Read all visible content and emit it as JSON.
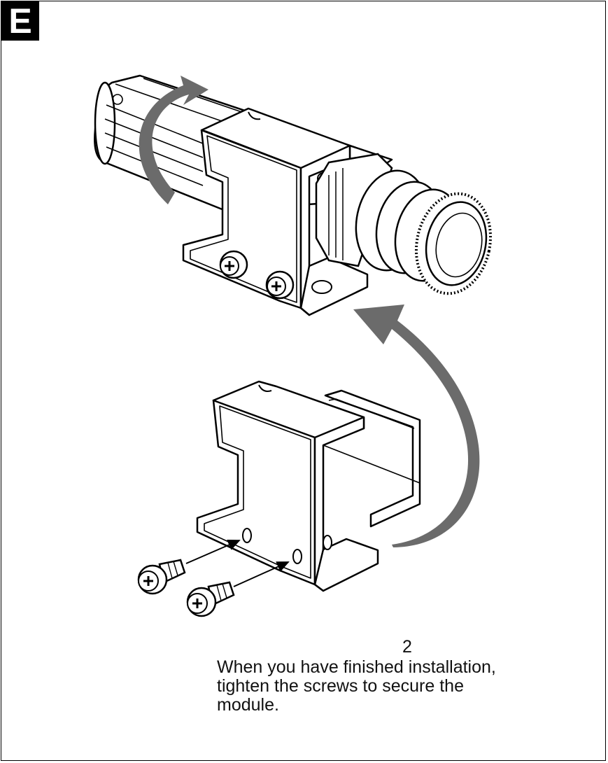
{
  "section_label": "E",
  "step_number": "2",
  "instruction_lines": [
    "When you have finished installation,",
    "tighten the screws to secure the",
    "module."
  ],
  "colors": {
    "line": "#000000",
    "arrow_fill": "#6b6b6b",
    "background": "#ffffff"
  },
  "icons": [
    "camera-module",
    "lens",
    "upper-bracket",
    "lower-bracket",
    "phillips-screw",
    "rotation-arrow",
    "insert-arrow"
  ]
}
